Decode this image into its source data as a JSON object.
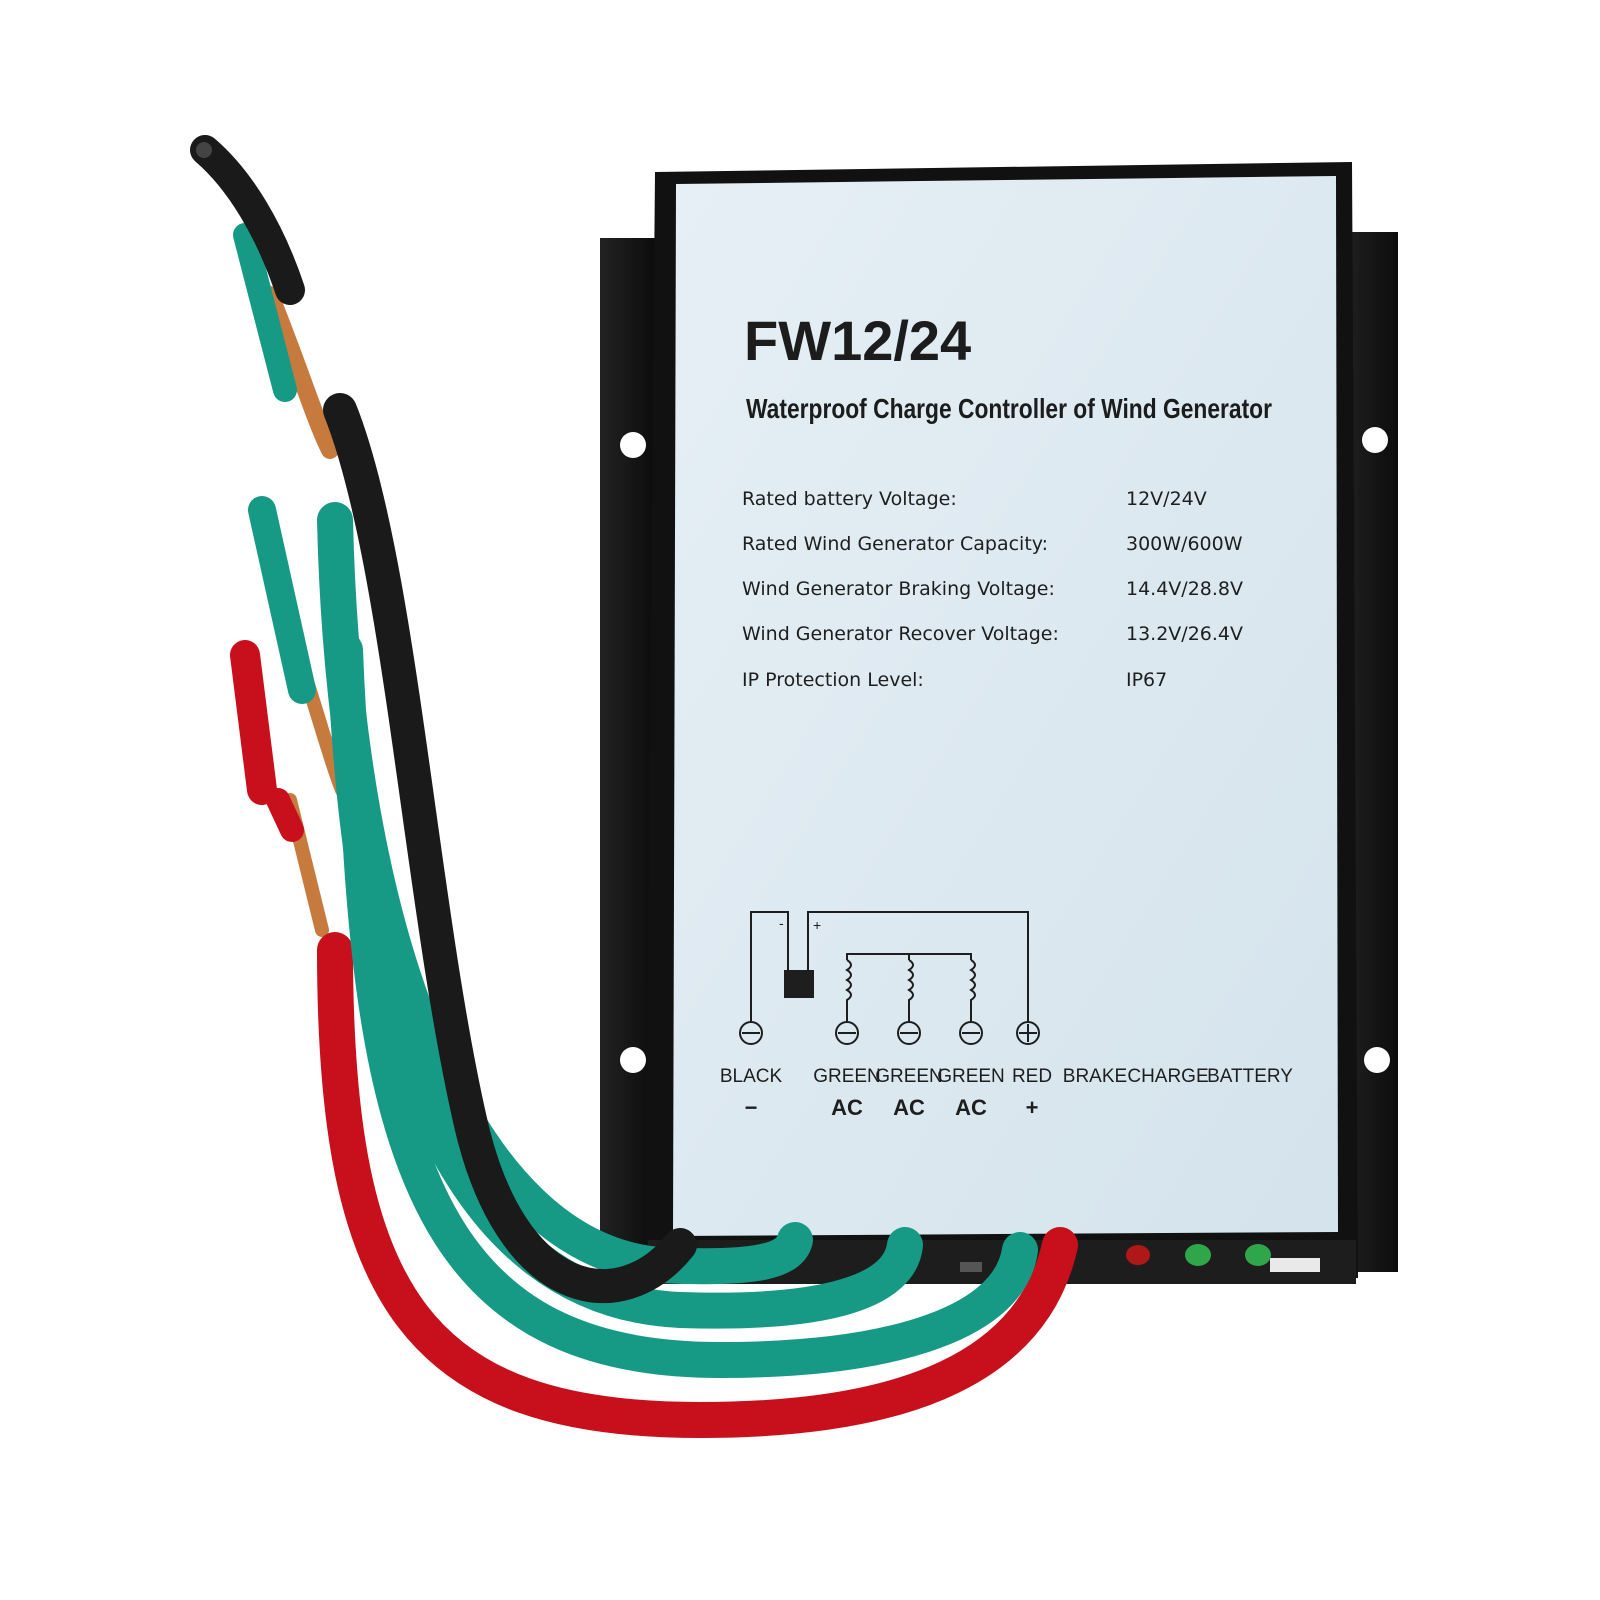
{
  "label": {
    "model": "FW12/24",
    "subtitle": "Waterproof Charge Controller of Wind Generator",
    "specs": [
      {
        "name": "Rated battery Voltage:",
        "value": "12V/24V"
      },
      {
        "name": "Rated Wind Generator Capacity:",
        "value": "300W/600W"
      },
      {
        "name": "Wind Generator Braking Voltage:",
        "value": "14.4V/28.8V"
      },
      {
        "name": "Wind Generator Recover Voltage:",
        "value": "13.2V/26.4V"
      },
      {
        "name": "IP Protection Level:",
        "value": "IP67"
      }
    ]
  },
  "diagram": {
    "battery_minus": "-",
    "battery_plus": "+",
    "terminals": [
      {
        "name": "BLACK",
        "sub": "−"
      },
      {
        "name": "GREEN",
        "sub": "AC"
      },
      {
        "name": "GREEN",
        "sub": "AC"
      },
      {
        "name": "GREEN",
        "sub": "AC"
      },
      {
        "name": "RED",
        "sub": "+"
      }
    ],
    "indicators": [
      "BRAKE",
      "CHARGE",
      "BATTERY"
    ]
  },
  "colors": {
    "housing": "#111111",
    "label_bg": "#dde9f1",
    "wire_black": "#1a1a1a",
    "wire_green": "#169a86",
    "wire_red": "#c8101c",
    "copper": "#c77a3e",
    "led_red": "#b01818",
    "led_green": "#2fa64a"
  }
}
